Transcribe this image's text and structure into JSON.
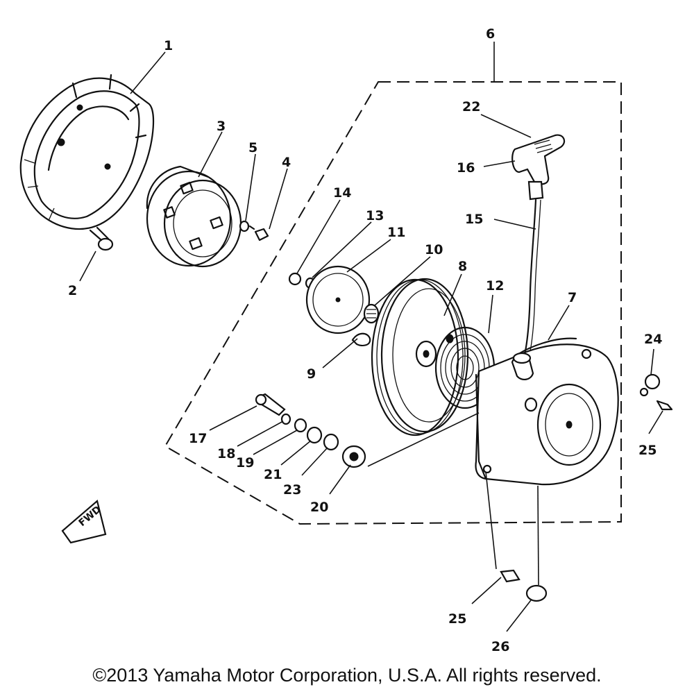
{
  "parts": [
    {
      "id": "1",
      "text": "1"
    },
    {
      "id": "2",
      "text": "2"
    },
    {
      "id": "3",
      "text": "3"
    },
    {
      "id": "4",
      "text": "4"
    },
    {
      "id": "5",
      "text": "5"
    },
    {
      "id": "6",
      "text": "6"
    },
    {
      "id": "7",
      "text": "7"
    },
    {
      "id": "8",
      "text": "8"
    },
    {
      "id": "9",
      "text": "9"
    },
    {
      "id": "10",
      "text": "10"
    },
    {
      "id": "11",
      "text": "11"
    },
    {
      "id": "12",
      "text": "12"
    },
    {
      "id": "13",
      "text": "13"
    },
    {
      "id": "14",
      "text": "14"
    },
    {
      "id": "15",
      "text": "15"
    },
    {
      "id": "16",
      "text": "16"
    },
    {
      "id": "17",
      "text": "17"
    },
    {
      "id": "18",
      "text": "18"
    },
    {
      "id": "19",
      "text": "19"
    },
    {
      "id": "20",
      "text": "20"
    },
    {
      "id": "21",
      "text": "21"
    },
    {
      "id": "22",
      "text": "22"
    },
    {
      "id": "23",
      "text": "23"
    },
    {
      "id": "24",
      "text": "24"
    },
    {
      "id": "25a",
      "text": "25"
    },
    {
      "id": "25b",
      "text": "25"
    },
    {
      "id": "26",
      "text": "26"
    }
  ],
  "fwd_badge": "FWD",
  "copyright": "©2013 Yamaha Motor Corporation, U.S.A. All rights reserved."
}
